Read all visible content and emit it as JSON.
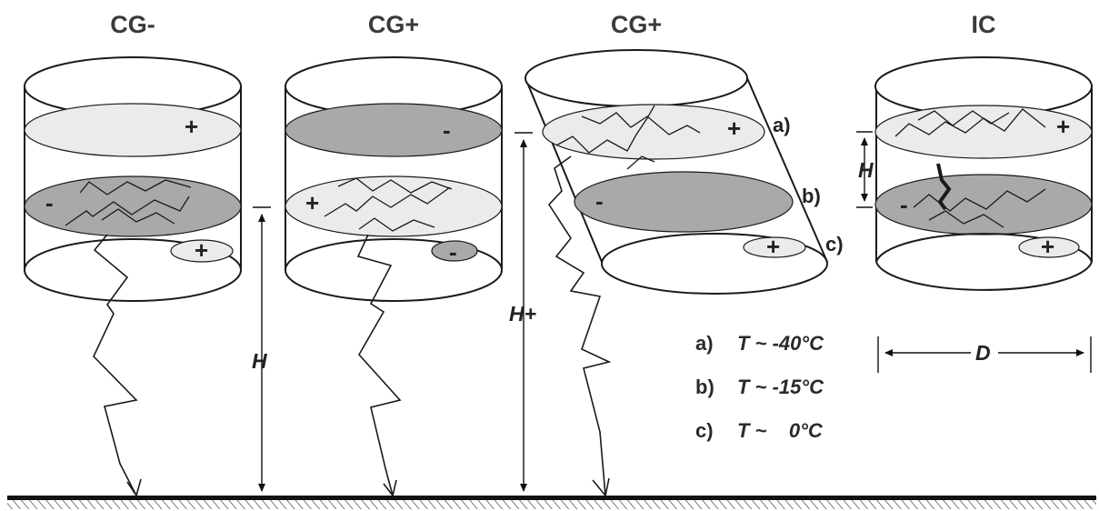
{
  "titles": [
    "CG-",
    "CG+",
    "CG+",
    "IC"
  ],
  "charges": {
    "plus": "+",
    "minus": "-"
  },
  "level_labels": [
    "a)",
    "b)",
    "c)"
  ],
  "heights": {
    "h": "H",
    "h_plus": "H+",
    "h_ic": "H"
  },
  "width_label": "D",
  "legend": [
    {
      "key": "a)",
      "value": "T ~ -40°C"
    },
    {
      "key": "b)",
      "value": "T ~ -15°C"
    },
    {
      "key": "c)",
      "value": "T ~    0°C"
    }
  ],
  "colors": {
    "light": "#ebebeb",
    "dark": "#a9a9a9",
    "stroke": "#1a1a1a"
  }
}
